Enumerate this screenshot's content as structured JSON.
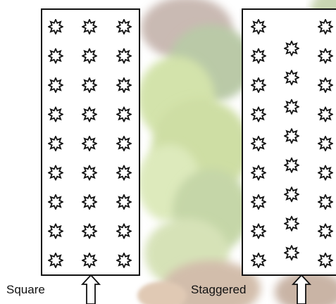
{
  "labels": {
    "square": "Square",
    "staggered": "Staggered"
  },
  "layouts": {
    "square": {
      "columns": 3,
      "rows": 9
    },
    "staggered": {
      "columns": 3,
      "rows": 9,
      "middle_column_offset": "half-row"
    }
  },
  "icons": {
    "plant": "starburst-plant-icon",
    "arrow": "hollow-up-arrow-icon"
  },
  "colors": {
    "outline": "#111111",
    "panel_fill": "#ffffff",
    "foliage_light": "#d9e7b4",
    "foliage_mid": "#b9d27f",
    "foliage_dark": "#8fa86b",
    "soil": "#9a7a6a"
  }
}
